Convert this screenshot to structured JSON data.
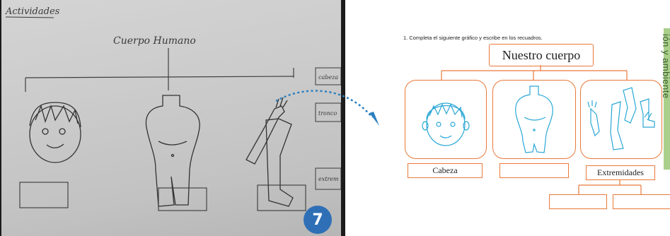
{
  "photo": {
    "heading": "Actividades",
    "title": "Cuerpo Humano",
    "side_labels": [
      "cabeza",
      "tronco",
      "extrem"
    ],
    "badge": "7"
  },
  "worksheet": {
    "instruction": "1. Completa el siguiente gráfico y escribe en los recuadros.",
    "title": "Nuestro cuerpo",
    "labels": [
      "Cabeza",
      "",
      "Extremidades",
      "",
      ""
    ],
    "side_text": "ión y ambiente"
  },
  "colors": {
    "accent": "#e9793a",
    "drawing": "#2aa7d6",
    "badge": "#2f6fb6",
    "arrow": "#2a7fc0"
  },
  "icons": [
    "face-drawing-icon",
    "torso-drawing-icon",
    "limbs-drawing-icon",
    "dashed-arrow-icon"
  ]
}
